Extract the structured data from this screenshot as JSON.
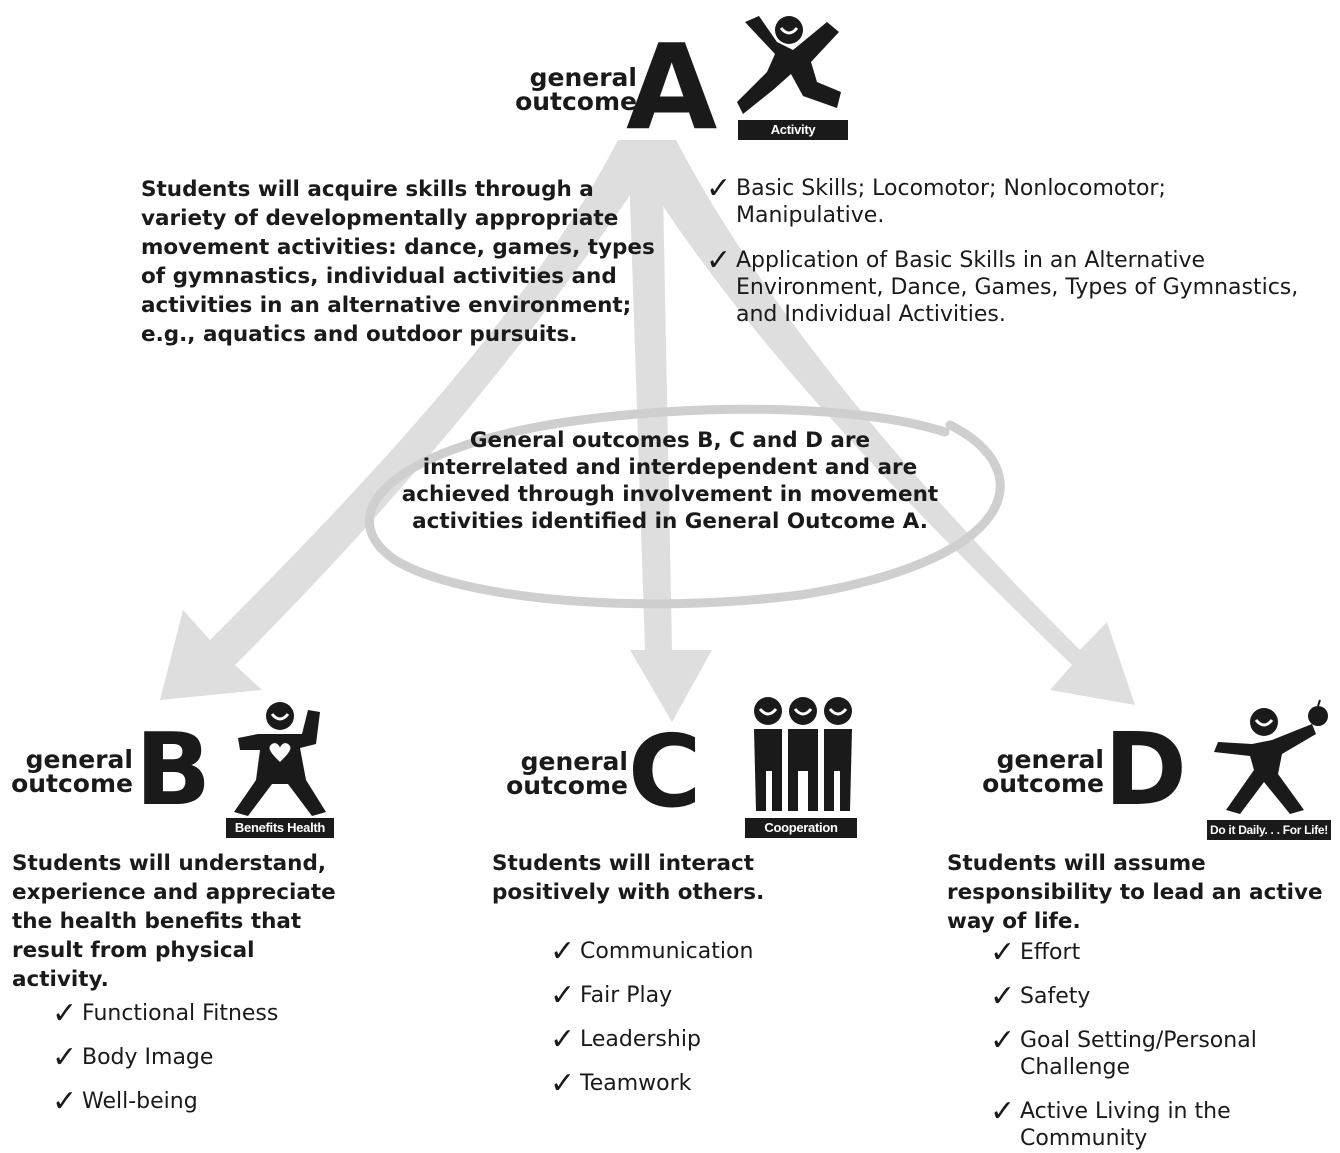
{
  "colors": {
    "arrow": "#dedede",
    "ellipse": "#cfcfcf",
    "ink": "#1a1a1a"
  },
  "prefix_line1": "general",
  "prefix_line2": "outcome",
  "outcome_a": {
    "letter": "A",
    "icon": "jumping-person-icon",
    "icon_label": "Activity",
    "description": "Students will acquire skills through a variety of developmentally appropriate movement activities: dance, games, types of gymnastics, individual activities and activities in an alternative environment; e.g., aquatics and outdoor pursuits.",
    "items": [
      "Basic Skills; Locomotor; Nonlocomotor; Manipulative.",
      "Application of Basic Skills in an Alternative Environment, Dance, Games, Types of Gymnastics, and Individual Activities."
    ]
  },
  "center_note": "General outcomes B, C and D are interrelated and interdependent and are achieved through involvement in movement activities identified in General Outcome A.",
  "outcome_b": {
    "letter": "B",
    "icon": "flexing-heart-person-icon",
    "icon_label": "Benefits Health",
    "description": "Students will understand, experience and appreciate the health benefits that result from physical activity.",
    "items": [
      "Functional Fitness",
      "Body Image",
      "Well-being"
    ]
  },
  "outcome_c": {
    "letter": "C",
    "icon": "three-people-icon",
    "icon_label": "Cooperation",
    "description": "Students will interact positively with others.",
    "items": [
      "Communication",
      "Fair Play",
      "Leadership",
      "Teamwork"
    ]
  },
  "outcome_d": {
    "letter": "D",
    "icon": "person-with-apple-icon",
    "icon_label": "Do it Daily. . . For Life!",
    "description": "Students will assume responsibility to lead an active way of life.",
    "items": [
      "Effort",
      "Safety",
      "Goal Setting/Personal Challenge",
      "Active Living in the Community"
    ]
  },
  "check_glyph": "✓"
}
